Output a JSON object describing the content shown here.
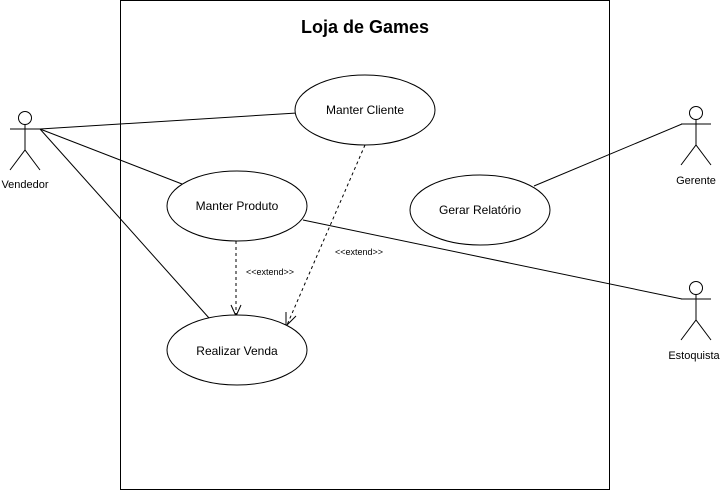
{
  "diagram": {
    "system": {
      "title": "Loja de Games"
    },
    "use_cases": {
      "manter_cliente": "Manter Cliente",
      "manter_produto": "Manter Produto",
      "gerar_relatorio": "Gerar Relatório",
      "realizar_venda": "Realizar Venda"
    },
    "actors": {
      "vendedor": "Vendedor",
      "gerente": "Gerente",
      "estoquista": "Estoquista"
    },
    "relations": {
      "extend_produto_venda": "<<extend>>",
      "extend_cliente_venda": "<<extend>>"
    }
  }
}
